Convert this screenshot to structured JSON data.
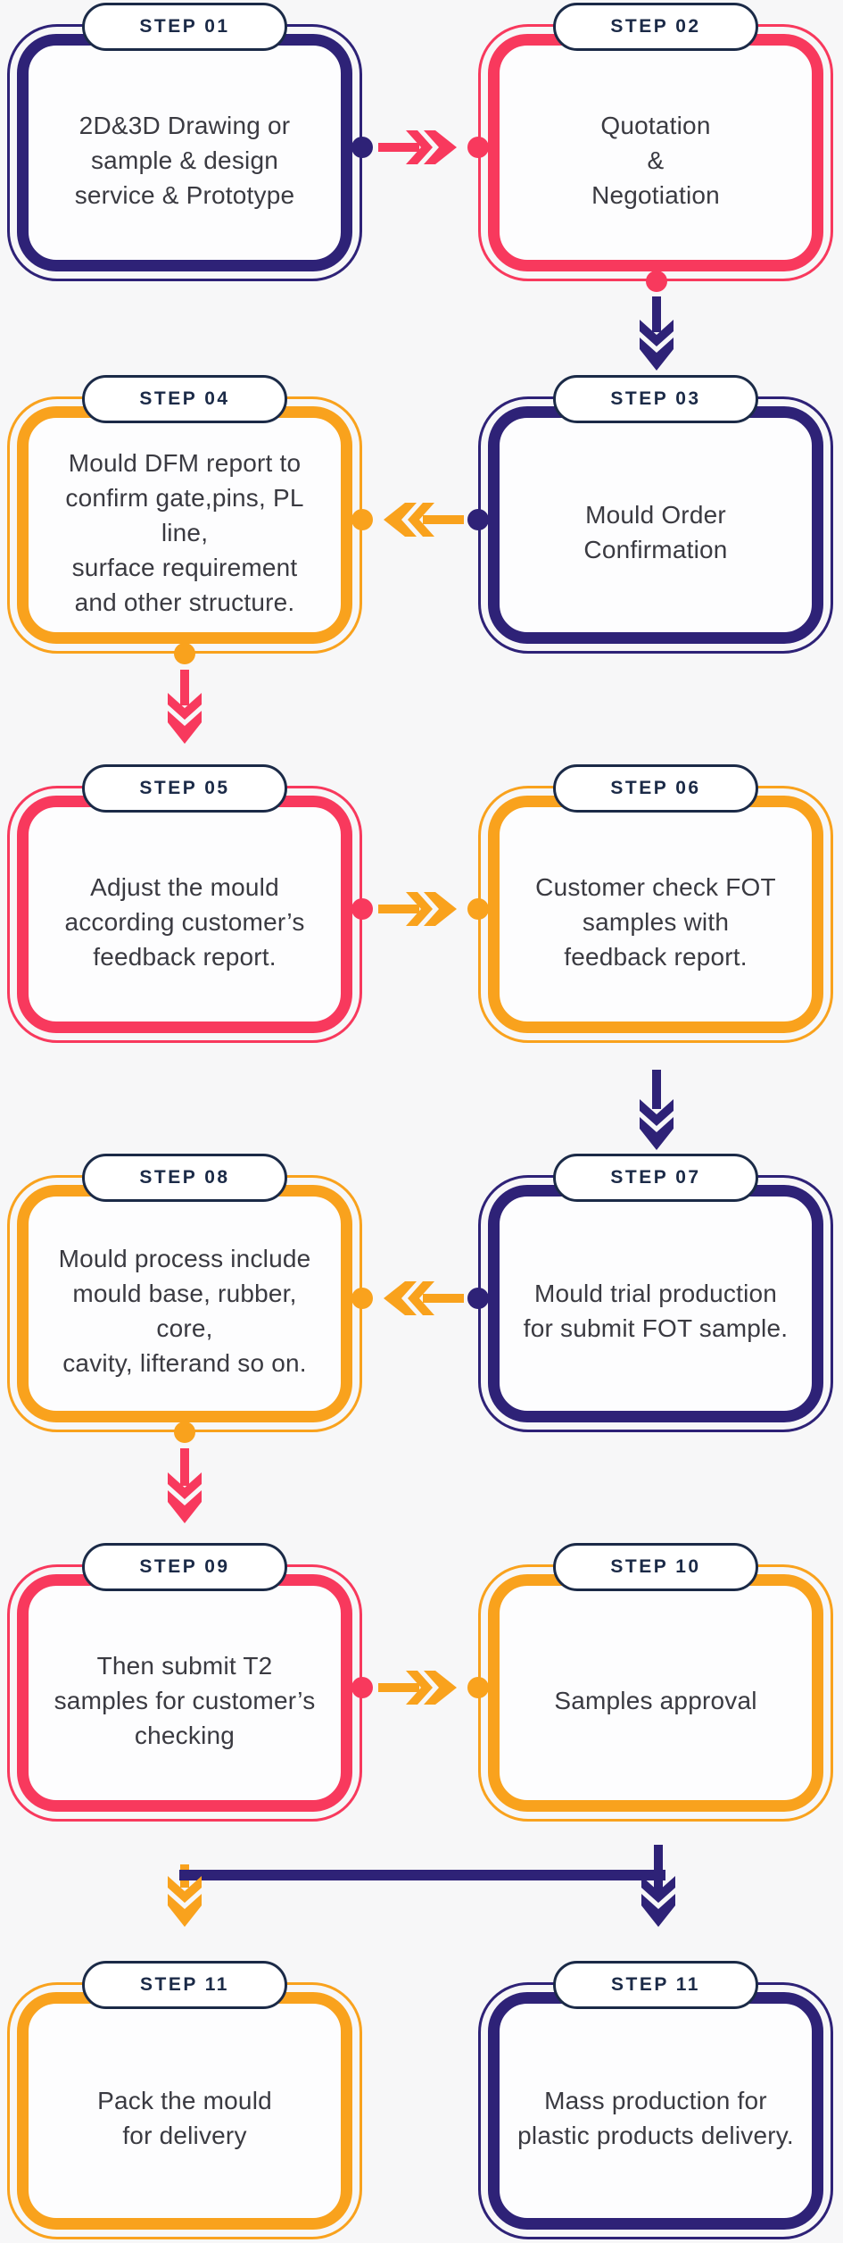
{
  "diagram": {
    "type": "flowchart",
    "description": "Mould making process flow, steps 01-11",
    "background": "#f7f7f8"
  },
  "colors": {
    "navy": "#2e2277",
    "pink": "#f8395d",
    "orange": "#f9a21d",
    "label_dark": "#1b2a47",
    "body_text": "#3a3a41"
  },
  "steps": [
    {
      "label": "STEP 01",
      "color": "navy",
      "text": "2D&3D Drawing or\nsample & design\nservice & Prototype"
    },
    {
      "label": "STEP 02",
      "color": "pink",
      "text": "Quotation\n&\nNegotiation"
    },
    {
      "label": "STEP 03",
      "color": "navy",
      "text": "Mould Order\nConfirmation"
    },
    {
      "label": "STEP 04",
      "color": "orange",
      "text": "Mould DFM report to\nconfirm gate,pins, PL line,\nsurface requirement\nand other structure."
    },
    {
      "label": "STEP 05",
      "color": "pink",
      "text": "Adjust the mould\naccording customer’s\nfeedback report."
    },
    {
      "label": "STEP 06",
      "color": "orange",
      "text": "Customer check FOT\nsamples with\nfeedback report."
    },
    {
      "label": "STEP 07",
      "color": "navy",
      "text": "Mould trial production\nfor submit FOT sample."
    },
    {
      "label": "STEP 08",
      "color": "orange",
      "text": "Mould process include\nmould base, rubber, core,\ncavity, lifterand so on."
    },
    {
      "label": "STEP 09",
      "color": "pink",
      "text": "Then submit T2\nsamples for customer’s\nchecking"
    },
    {
      "label": "STEP 10",
      "color": "orange",
      "text": "Samples approval"
    },
    {
      "label": "STEP 11",
      "color": "orange",
      "text": "Pack the mould\nfor delivery"
    },
    {
      "label": "STEP 11",
      "color": "navy",
      "text": "Mass production for\nplastic products delivery."
    }
  ],
  "flow": [
    "step-01 → step-02",
    "step-02 → step-03",
    "step-03 → step-04",
    "step-04 → step-05",
    "step-05 → step-06",
    "step-06 → step-07",
    "step-07 → step-08",
    "step-08 → step-09",
    "step-09 → step-10",
    "step-10 → step-11-left",
    "step-10 → step-11-right"
  ]
}
